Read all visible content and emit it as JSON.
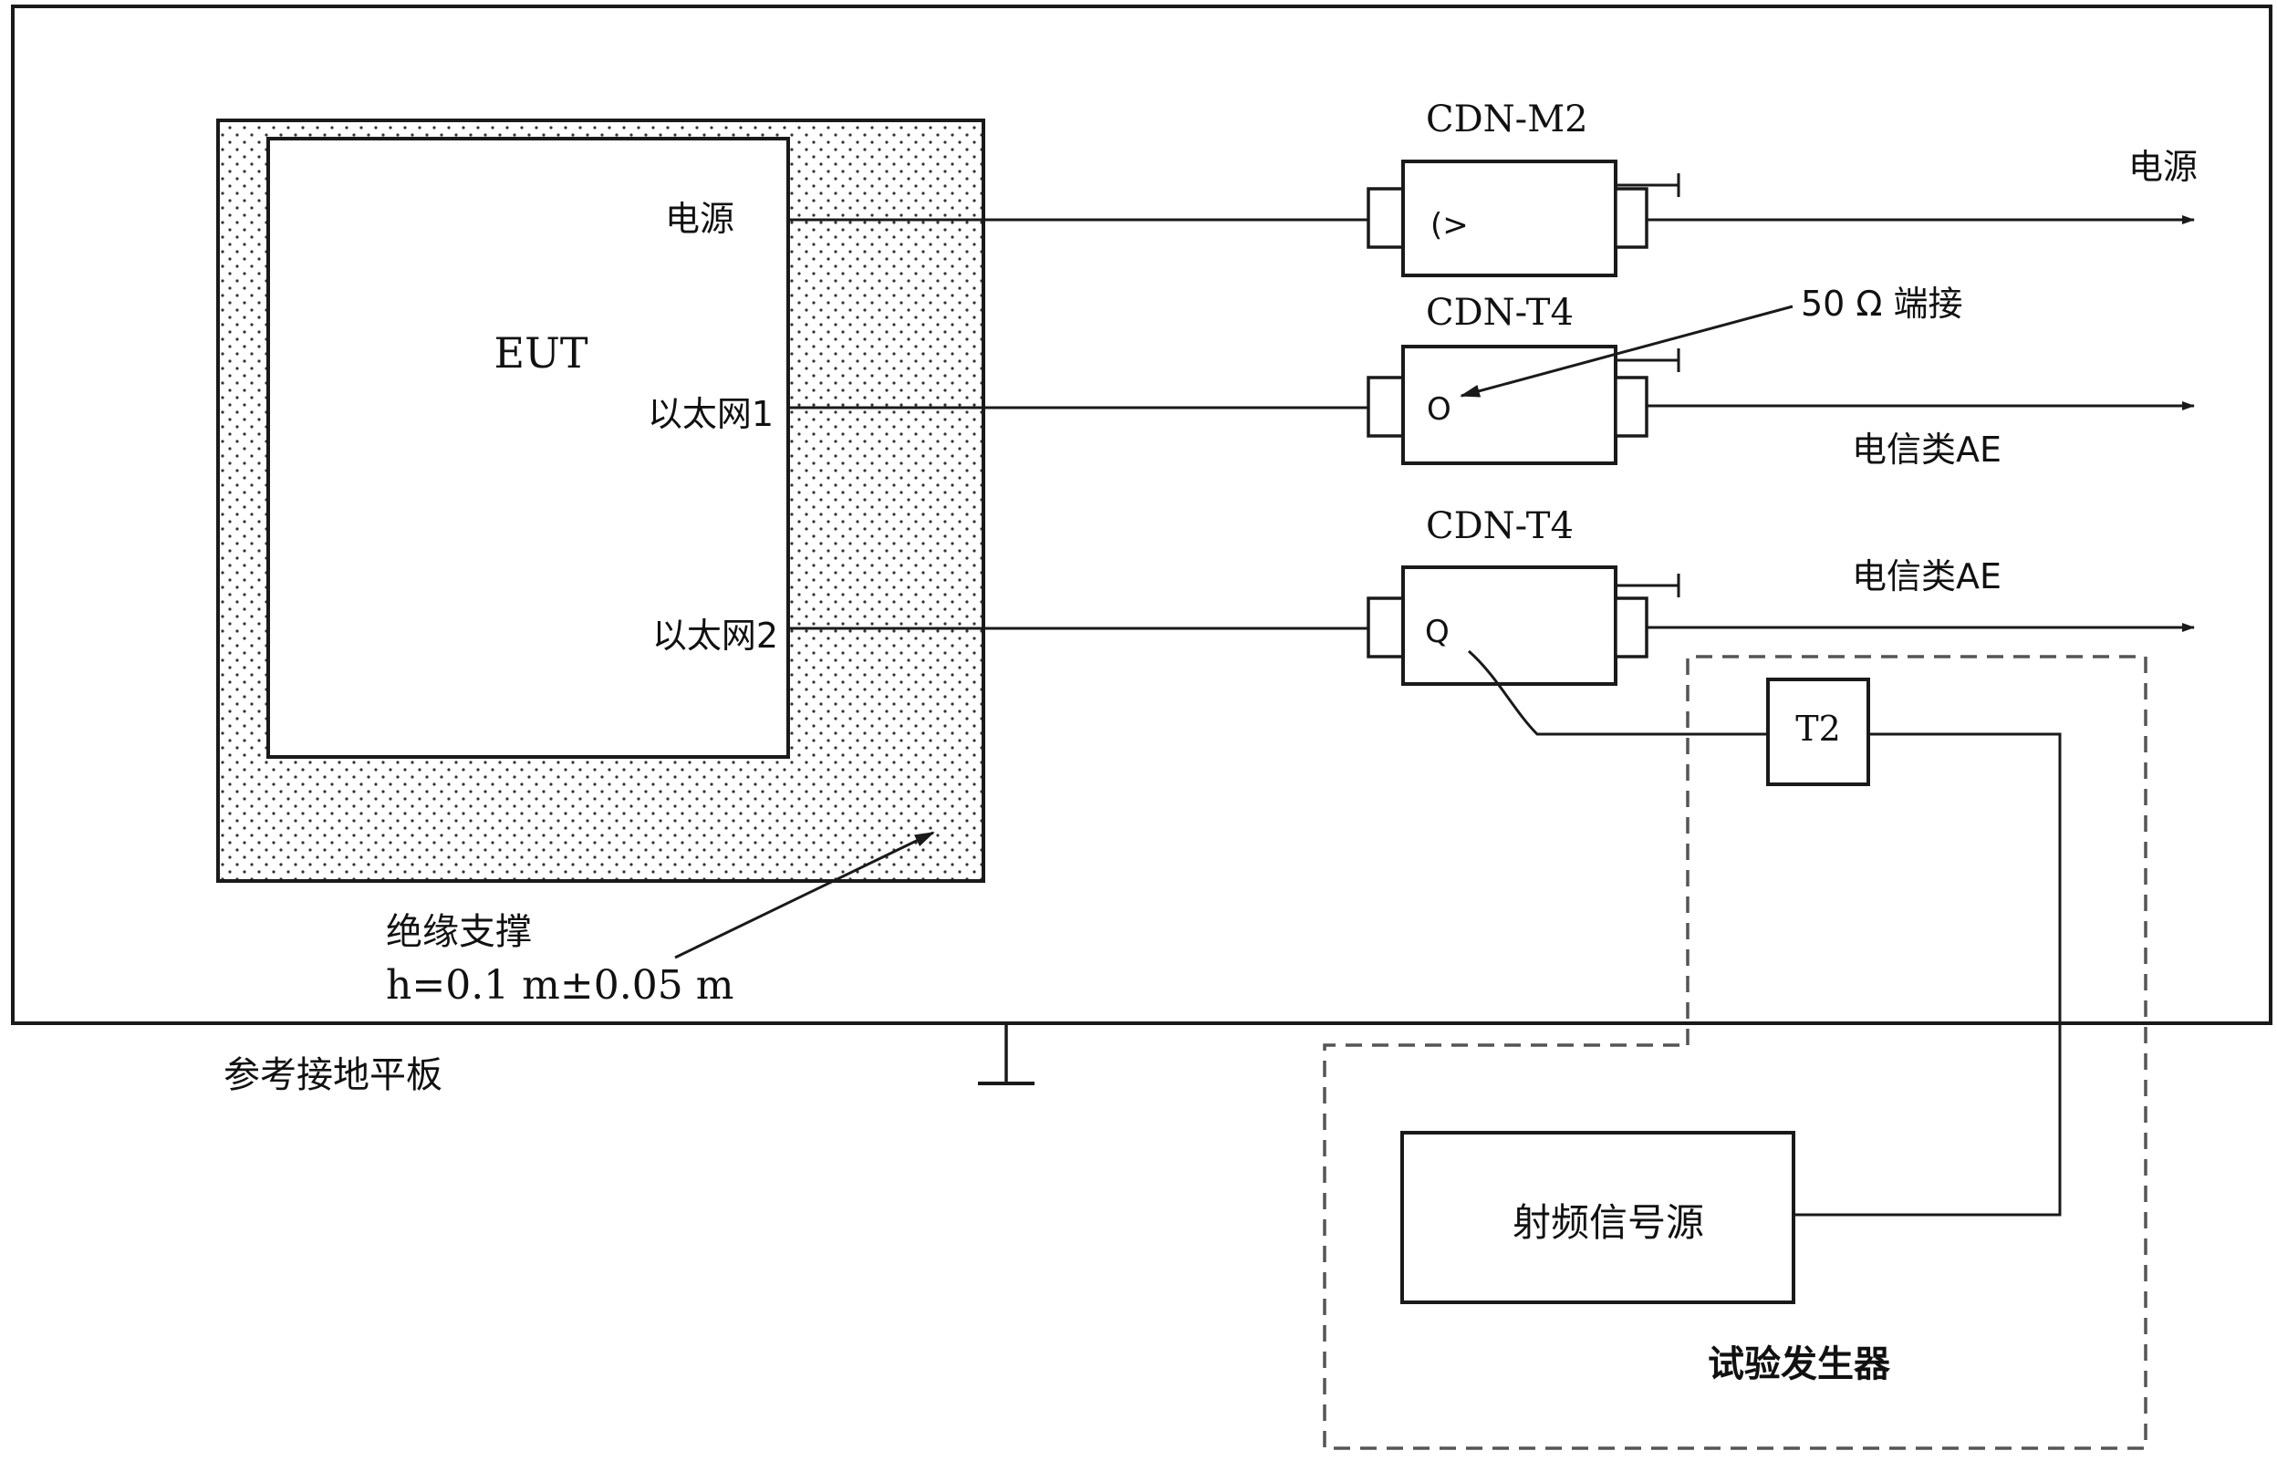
{
  "labels": {
    "eut": "EUT",
    "eut_power": "电源",
    "eut_eth1": "以太网1",
    "eut_eth2": "以太网2",
    "support_name": "绝缘支撑",
    "support_height": "h=0.1 m±0.05 m",
    "ground_plane": "参考接地平板",
    "cdn1_name": "CDN-M2",
    "cdn2_name": "CDN-T4",
    "cdn3_name": "CDN-T4",
    "cdn1_symbol": "(>",
    "cdn2_symbol": "O",
    "cdn3_symbol": "Q",
    "termination": "50 Ω 端接",
    "out_power": "电源",
    "out_ae1": "电信类AE",
    "out_ae2": "电信类AE",
    "t2": "T2",
    "rf_source": "射频信号源",
    "generator": "试验发生器"
  },
  "colors": {
    "line": "#1a1a1a",
    "dashed": "#555555",
    "dots": "#333333"
  }
}
